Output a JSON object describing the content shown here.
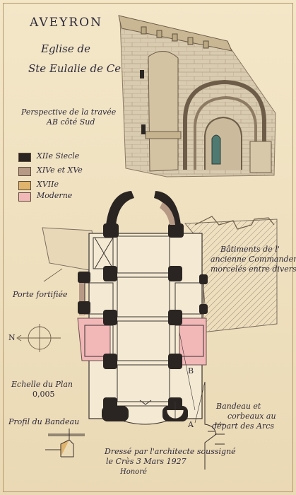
{
  "header": {
    "region": "AVEYRON",
    "church_line1": "Eglise de",
    "church_line2": "Ste Eulalie de Cernon"
  },
  "perspective_caption": {
    "line1": "Perspective de la travée",
    "line2": "AB côté Sud"
  },
  "legend": {
    "items": [
      {
        "label": "XIIe Siecle",
        "color": "#2a2522"
      },
      {
        "label": "XIVe et XVe",
        "color": "#b79a86"
      },
      {
        "label": "XVIIe",
        "color": "#e0b46c"
      },
      {
        "label": "Moderne",
        "color": "#f2b7b7"
      }
    ]
  },
  "annotations": {
    "batiments": {
      "line1": "Bâtiments de l'",
      "line2": "ancienne Commanderie",
      "line3": "morcelés entre divers"
    },
    "porte": "Porte fortifiée",
    "north": "N",
    "echelle_line1": "Echelle du Plan",
    "echelle_line2": "0,005",
    "profil": "Profil du Bandeau",
    "bandeau": {
      "line1": "Bandeau et",
      "line2": "corbeaux au",
      "line3": "départ des Arcs"
    },
    "point_a": "A",
    "point_b": "B"
  },
  "credit": {
    "line1": "Dressé par l'architecte soussigné",
    "line2": "le Crès  3 Mars 1927",
    "signature": "Honoré"
  },
  "colors": {
    "paper": "#efe2c2",
    "ink": "#2e2a3a",
    "stone": "#d8c8a8",
    "xii": "#2a2522",
    "xiv": "#b79a86",
    "moderne": "#f2b7b7",
    "hatch": "#9a8c7c"
  }
}
